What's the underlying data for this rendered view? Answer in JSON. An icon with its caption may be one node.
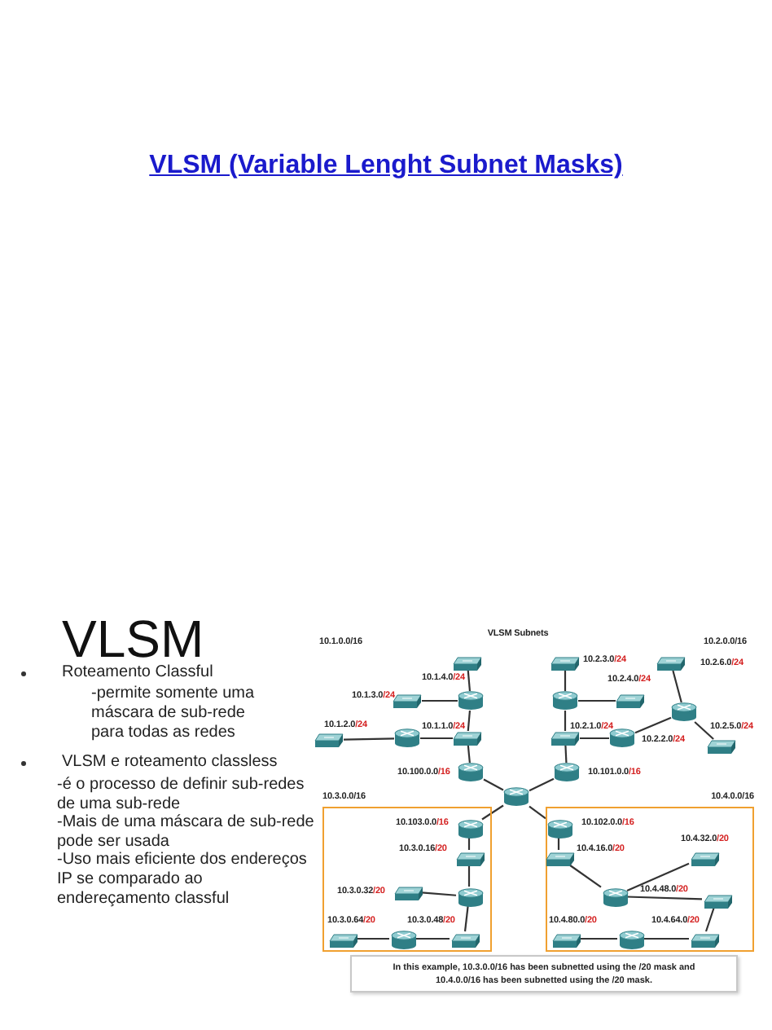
{
  "diagram": {
    "title": "VLSM (Variable Lenght Subnet Masks)",
    "nodes": [
      {
        "text": [],
        "shape": "box"
      },
      {
        "text": [],
        "shape": "box"
      },
      {
        "text": [],
        "shape": "box"
      },
      {
        "text": [],
        "shape": "cylinder"
      },
      {
        "text": [],
        "shape": "box"
      },
      {
        "text": [],
        "shape": "cylinder"
      },
      {
        "text": [],
        "shape": "box"
      },
      {
        "text": [],
        "shape": "cylinder"
      },
      {
        "text": [],
        "shape": "box"
      },
      {
        "text": [],
        "shape": "cylinder"
      },
      {
        "text": [],
        "shape": "box"
      },
      {
        "text": [],
        "shape": "box"
      },
      {
        "text": [],
        "shape": "cylinder"
      },
      {
        "text": [],
        "shape": "box"
      },
      {
        "text": [],
        "shape": "cylinder"
      },
      {
        "text": [],
        "shape": "cylinder"
      },
      {
        "text": [],
        "shape": "cylinder"
      },
      {
        "text": [
          "10.3.0.0/16"
        ]
      },
      {
        "text": [],
        "shape": "cylinder",
        "in": 17
      },
      {
        "text": [],
        "shape": "box",
        "in": 17
      },
      {
        "text": [],
        "shape": "box",
        "in": 17
      },
      {
        "text": [],
        "shape": "cylinder",
        "in": 17
      },
      {
        "text": [],
        "shape": "box",
        "in": 17
      },
      {
        "text": [],
        "shape": "cylinder",
        "in": 17
      },
      {
        "text": [],
        "shape": "box",
        "in": 17
      },
      {
        "text": [
          "10.4.0.0/16"
        ]
      },
      {
        "text": [],
        "shape": "cylinder",
        "in": 25
      },
      {
        "text": [],
        "shape": "box",
        "in": 25
      },
      {
        "text": [],
        "shape": "box",
        "in": 25
      },
      {
        "text": [],
        "shape": "cylinder",
        "in": 25
      },
      {
        "text": [],
        "shape": "box",
        "in": 25
      },
      {
        "text": [],
        "shape": "box",
        "in": 25
      },
      {
        "text": [],
        "shape": "cylinder",
        "in": 25
      },
      {
        "text": [],
        "shape": "box",
        "in": 25
      },
      {
        "text": [
          "In this example, 10.3.0.0/16 has been subnetted using the /20 mask and 10.4.0.0/16 has been subnetted using the /20 mask."
        ]
      }
    ],
    "edges": [
      {
        "from": 0,
        "to": 3,
        "arrow": "none"
      },
      {
        "from": 4,
        "to": 3,
        "arrow": "none"
      },
      {
        "from": 3,
        "to": 10,
        "arrow": "none"
      },
      {
        "from": 8,
        "to": 9,
        "arrow": "none"
      },
      {
        "from": 9,
        "to": 10,
        "arrow": "none"
      },
      {
        "from": 10,
        "to": 14,
        "arrow": "none"
      },
      {
        "from": 14,
        "to": 16,
        "arrow": "none"
      },
      {
        "from": 1,
        "to": 5,
        "arrow": "none"
      },
      {
        "from": 6,
        "to": 5,
        "arrow": "none"
      },
      {
        "from": 5,
        "to": 11,
        "arrow": "none"
      },
      {
        "from": 11,
        "to": 12,
        "arrow": "none"
      },
      {
        "from": 12,
        "to": 7,
        "arrow": "none"
      },
      {
        "from": 7,
        "to": 2,
        "arrow": "none"
      },
      {
        "from": 7,
        "to": 13,
        "arrow": "none"
      },
      {
        "from": 11,
        "to": 15,
        "arrow": "none"
      },
      {
        "from": 15,
        "to": 16,
        "arrow": "none"
      },
      {
        "from": 16,
        "to": 18,
        "arrow": "none"
      },
      {
        "from": 18,
        "to": 19,
        "arrow": "none"
      },
      {
        "from": 19,
        "to": 21,
        "arrow": "none"
      },
      {
        "from": 20,
        "to": 21,
        "arrow": "none"
      },
      {
        "from": 21,
        "to": 24,
        "arrow": "none"
      },
      {
        "from": 22,
        "to": 23,
        "arrow": "none"
      },
      {
        "from": 23,
        "to": 24,
        "arrow": "none"
      },
      {
        "from": 16,
        "to": 26,
        "arrow": "none"
      },
      {
        "from": 26,
        "to": 27,
        "arrow": "none"
      },
      {
        "from": 27,
        "to": 29,
        "arrow": "none"
      },
      {
        "from": 29,
        "to": 28,
        "arrow": "none"
      },
      {
        "from": 29,
        "to": 30,
        "arrow": "none"
      },
      {
        "from": 30,
        "to": 33,
        "arrow": "none"
      },
      {
        "from": 33,
        "to": 32,
        "arrow": "none"
      },
      {
        "from": 32,
        "to": 31,
        "arrow": "none"
      }
    ],
    "labels": [
      "VLSM",
      "Roteamento Classful",
      "-permite somente uma máscara de sub-rede para todas as redes",
      "VLSM e roteamento classless",
      "-é o processo de definir sub-redes de uma sub-rede",
      "-Mais de uma máscara de sub-rede pode ser usada",
      "-Uso mais eficiente dos endereços IP se comparado ao endereçamento classful",
      "VLSM Subnets",
      "10.1.0.0/16",
      "10.2.0.0/16",
      "10.2.3.0/24",
      "10.2.6.0/24",
      "10.1.4.0/24",
      "10.2.4.0/24",
      "10.1.3.0/24",
      "10.1.2.0/24",
      "10.1.1.0/24",
      "10.2.1.0/24",
      "10.2.5.0/24",
      "10.2.2.0/24",
      "10.100.0.0/16",
      "10.101.0.0/16",
      "10.103.0.0/16",
      "10.102.0.0/16",
      "10.4.32.0/20",
      "10.3.0.16/20",
      "10.4.16.0/20",
      "10.3.0.32/20",
      "10.4.48.0/20",
      "10.3.0.64/20",
      "10.3.0.48/20",
      "10.4.80.0/20",
      "10.4.64.0/20"
    ]
  }
}
